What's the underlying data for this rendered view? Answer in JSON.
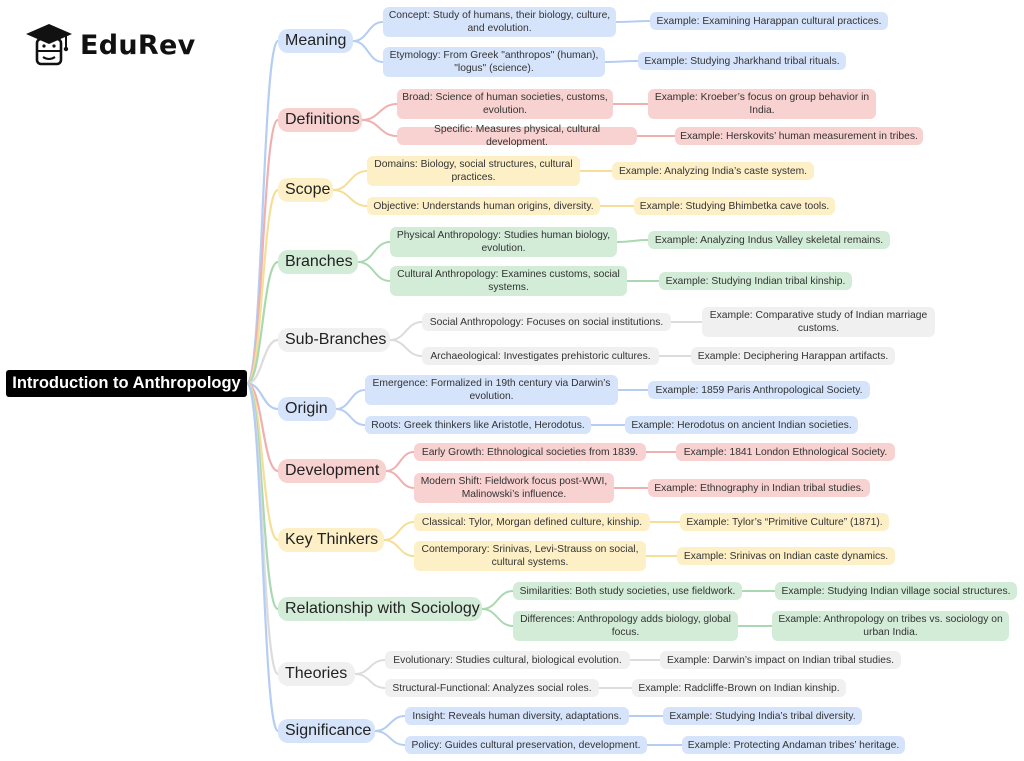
{
  "logo": {
    "text": "EduRev",
    "icon": "graduate-cap-icon"
  },
  "root": {
    "label": "Introduction to Anthropology"
  },
  "colors": {
    "blue": "#d6e4fb",
    "red": "#f8d1d1",
    "yellow": "#fdefc6",
    "green": "#d3ecd7",
    "gray": "#f0f0f0",
    "line_blue": "#b5cdf3",
    "line_red": "#efb0b0",
    "line_yellow": "#f4de98",
    "line_green": "#a9d8b1",
    "line_gray": "#dcdcdc"
  },
  "branches": [
    {
      "label": "Meaning",
      "color": "blue",
      "children": [
        {
          "text": "Concept: Study of humans, their biology, culture, and evolution.",
          "example": "Example: Examining Harappan cultural practices."
        },
        {
          "text": "Etymology: From Greek \"anthropos\" (human), \"logus\" (science).",
          "example": "Example: Studying Jharkhand tribal rituals."
        }
      ]
    },
    {
      "label": "Definitions",
      "color": "red",
      "children": [
        {
          "text": "Broad: Science of human societies, customs, evolution.",
          "example": "Example: Kroeber’s focus on group behavior in India."
        },
        {
          "text": "Specific: Measures physical, cultural development.",
          "example": "Example: Herskovits’ human measurement in tribes."
        }
      ]
    },
    {
      "label": "Scope",
      "color": "yellow",
      "children": [
        {
          "text": "Domains: Biology, social structures, cultural practices.",
          "example": "Example: Analyzing India’s caste system."
        },
        {
          "text": "Objective: Understands human origins, diversity.",
          "example": "Example: Studying Bhimbetka cave tools."
        }
      ]
    },
    {
      "label": "Branches",
      "color": "green",
      "children": [
        {
          "text": "Physical Anthropology: Studies human biology, evolution.",
          "example": "Example: Analyzing Indus Valley skeletal remains."
        },
        {
          "text": "Cultural Anthropology: Examines customs, social systems.",
          "example": "Example: Studying Indian tribal kinship."
        }
      ]
    },
    {
      "label": "Sub-Branches",
      "color": "gray",
      "children": [
        {
          "text": "Social Anthropology: Focuses on social institutions.",
          "example": "Example: Comparative study of Indian marriage customs."
        },
        {
          "text": "Archaeological: Investigates prehistoric cultures.",
          "example": "Example: Deciphering Harappan artifacts."
        }
      ]
    },
    {
      "label": "Origin",
      "color": "blue",
      "children": [
        {
          "text": "Emergence: Formalized in 19th century via Darwin’s evolution.",
          "example": "Example: 1859 Paris Anthropological Society."
        },
        {
          "text": "Roots: Greek thinkers like Aristotle, Herodotus.",
          "example": "Example: Herodotus on ancient Indian societies."
        }
      ]
    },
    {
      "label": "Development",
      "color": "red",
      "children": [
        {
          "text": "Early Growth: Ethnological societies from 1839.",
          "example": "Example: 1841 London Ethnological Society."
        },
        {
          "text": "Modern Shift: Fieldwork focus post-WWI, Malinowski’s influence.",
          "example": "Example: Ethnography in Indian tribal studies."
        }
      ]
    },
    {
      "label": "Key Thinkers",
      "color": "yellow",
      "children": [
        {
          "text": "Classical: Tylor, Morgan defined culture, kinship.",
          "example": "Example: Tylor’s “Primitive Culture” (1871)."
        },
        {
          "text": "Contemporary: Srinivas, Levi-Strauss on social, cultural systems.",
          "example": "Example: Srinivas on Indian caste dynamics."
        }
      ]
    },
    {
      "label": "Relationship with Sociology",
      "color": "green",
      "children": [
        {
          "text": "Similarities: Both study societies, use fieldwork.",
          "example": "Example: Studying Indian village social structures."
        },
        {
          "text": "Differences: Anthropology adds biology, global focus.",
          "example": "Example: Anthropology on tribes vs. sociology on urban India."
        }
      ]
    },
    {
      "label": "Theories",
      "color": "gray",
      "children": [
        {
          "text": "Evolutionary: Studies cultural, biological evolution.",
          "example": "Example: Darwin’s impact on Indian tribal studies."
        },
        {
          "text": "Structural-Functional: Analyzes social roles.",
          "example": "Example: Radcliffe-Brown on Indian kinship."
        }
      ]
    },
    {
      "label": "Significance",
      "color": "blue",
      "children": [
        {
          "text": "Insight: Reveals human diversity, adaptations.",
          "example": "Example: Studying India’s tribal diversity."
        },
        {
          "text": "Policy: Guides cultural preservation, development.",
          "example": "Example: Protecting Andaman tribes’ heritage."
        }
      ]
    }
  ]
}
